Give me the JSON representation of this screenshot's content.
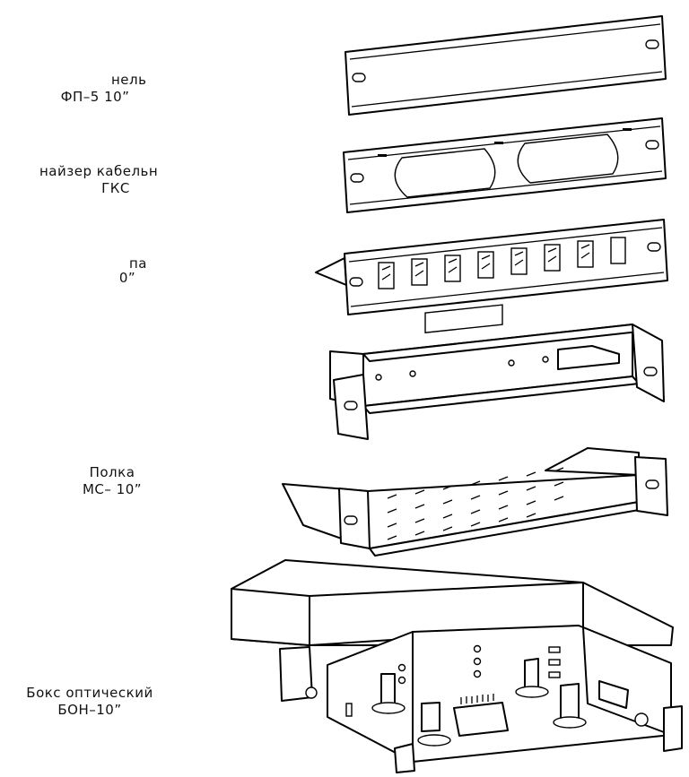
{
  "labels": {
    "panel": {
      "line1": "нель",
      "line2": "ФП–5  10”"
    },
    "organizer": {
      "line1": "найзер  кабельн",
      "line2": "ГКС"
    },
    "patch": {
      "line1": "па",
      "line2": "0”"
    },
    "shelf": {
      "line1": "Полка",
      "line2": "МС–      10”"
    },
    "box": {
      "line1": "Бокс  оптический",
      "line2": "БОН–10”"
    }
  }
}
